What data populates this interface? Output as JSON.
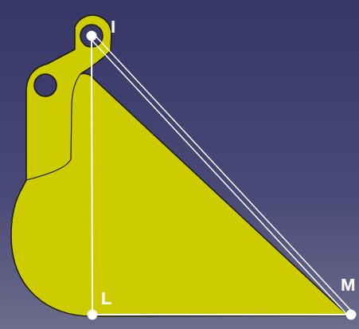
{
  "diagram": {
    "labels": [
      "I",
      "L",
      "M"
    ]
  }
}
